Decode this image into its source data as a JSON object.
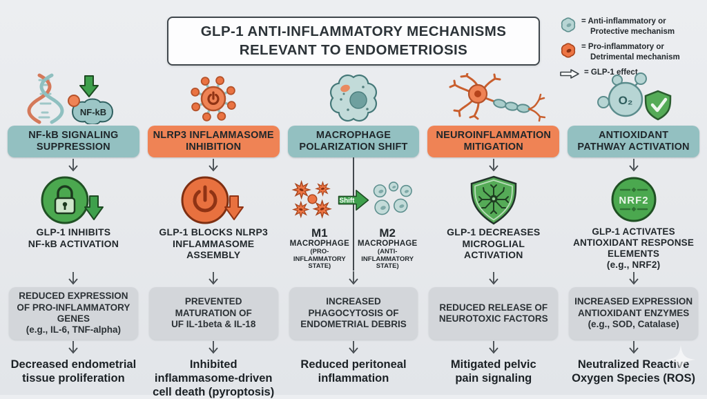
{
  "title": "GLP-1 ANTI-INFLAMMATORY MECHANISMS\nRELEVANT TO ENDOMETRIOSIS",
  "legend": {
    "anti": "= Anti-inflammatory or\nProtective mechanism",
    "pro": "= Pro-inflammatory or\nDetrimental mechanism",
    "effect": "= GLP-1 effect"
  },
  "colors": {
    "background": "#e8eaed",
    "teal_header": "#93c0c1",
    "orange_header": "#ef8355",
    "gray_box": "#d3d6da",
    "green_accent": "#3ea04c",
    "orange_icon": "#e8713f",
    "arrow": "#42484d"
  },
  "columns": [
    {
      "header": "NF-kB SIGNALING\nSUPPRESSION",
      "tone": "teal",
      "nfkb_label": "NF-kB",
      "mechanism": "GLP-1 INHIBITS\nNF-kB ACTIVATION",
      "outcome": "REDUCED EXPRESSION\nOF PRO-INFLAMMATORY\nGENES\n(e.g., IL-6, TNF-alpha)",
      "final": "Decreased endometrial\ntissue proliferation"
    },
    {
      "header": "NLRP3 INFLAMMASOME\nINHIBITION",
      "tone": "orange",
      "mechanism": "GLP-1 BLOCKS NLRP3\nINFLAMMASOME\nASSEMBLY",
      "outcome": "PREVENTED\nMATURATION OF\nUF IL-1beta & IL-18",
      "final": "Inhibited\ninflammasome-driven\ncell death (pyroptosis)"
    },
    {
      "header": "MACROPHAGE\nPOLARIZATION SHIFT",
      "tone": "teal",
      "shift_label": "Shift",
      "m1": {
        "title": "M1",
        "sub": "MACROPHAGE",
        "state": "(PRO-INFLAMMATORY\nSTATE)"
      },
      "m2": {
        "title": "M2",
        "sub": "MACROPHAGE",
        "state": "(ANTI-INFLAMMATORY\nSTATE)"
      },
      "outcome": "INCREASED\nPHAGOCYTOSIS OF\nENDOMETRIAL DEBRIS",
      "final": "Reduced peritoneal\ninflammation"
    },
    {
      "header": "NEUROINFLAMMATION\nMITIGATION",
      "tone": "orange",
      "mechanism": "GLP-1 DECREASES\nMICROGLIAL\nACTIVATION",
      "outcome": "REDUCED RELEASE OF\nNEUROTOXIC FACTORS",
      "final": "Mitigated pelvic\npain signaling"
    },
    {
      "header": "ANTIOXIDANT\nPATHWAY ACTIVATION",
      "tone": "teal",
      "o2_label": "O₂",
      "nrf2_label": "NRF2",
      "mechanism": "GLP-1 ACTIVATES\nANTIOXIDANT RESPONSE\nELEMENTS\n(e.g., NRF2)",
      "outcome": "INCREASED EXPRESSION\nANTIOXIDANT ENZYMES\n(e.g., SOD, Catalase)",
      "final": "Neutralized Reactive\nOxygen Species (ROS)"
    }
  ]
}
